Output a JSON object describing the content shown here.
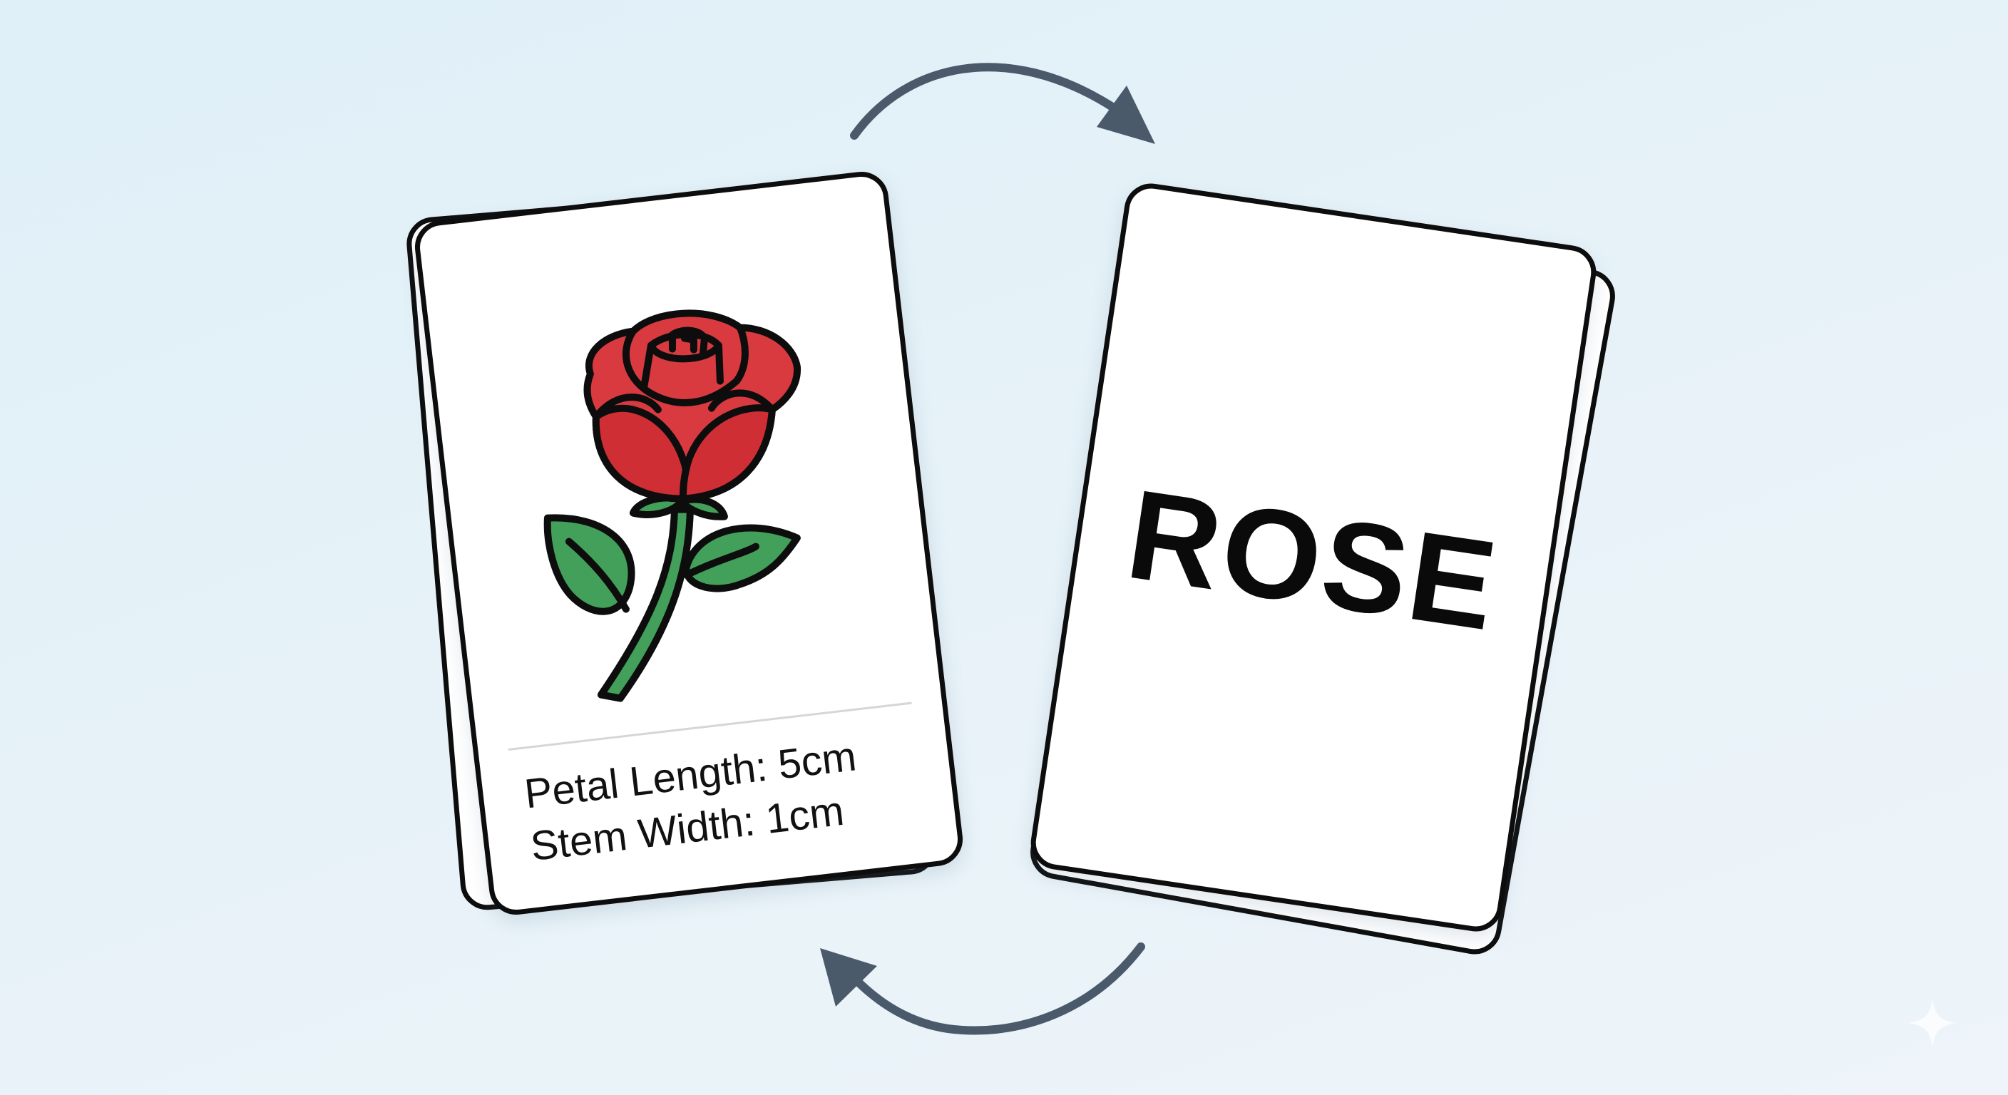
{
  "diagram": {
    "description": "Flashcard flip cycle",
    "colors": {
      "background": "#e3f1f8",
      "card_fill": "#ffffff",
      "card_outline": "#0d0d0d",
      "arrow": "#4a5a6b",
      "petal": "#d83a3f",
      "leaf": "#3f9a55",
      "divider": "#d6d6d6"
    },
    "front_card": {
      "illustration": "rose-icon",
      "attributes": [
        {
          "label": "Petal Length",
          "value": "5cm",
          "text": "Petal Length: 5cm"
        },
        {
          "label": "Stem Width",
          "value": "1cm",
          "text": "Stem Width: 1cm"
        }
      ]
    },
    "back_card": {
      "label": "ROSE"
    },
    "arrows": [
      {
        "name": "flip-forward-arrow",
        "direction": "left-to-right",
        "position": "top"
      },
      {
        "name": "flip-back-arrow",
        "direction": "right-to-left",
        "position": "bottom"
      }
    ]
  }
}
